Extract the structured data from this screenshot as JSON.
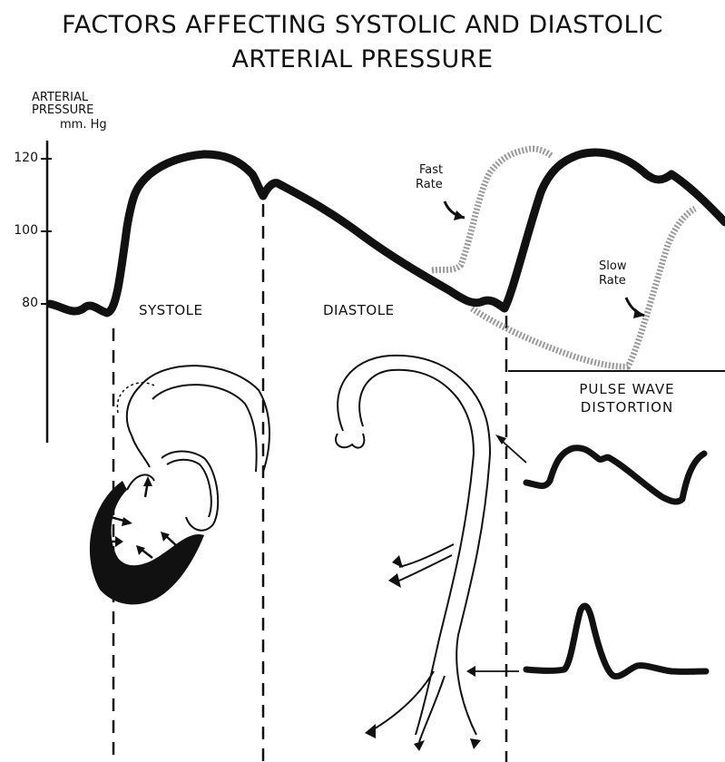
{
  "title": {
    "line1": "FACTORS AFFECTING SYSTOLIC AND DIASTOLIC",
    "line2": "ARTERIAL PRESSURE"
  },
  "y_axis": {
    "label_line1": "ARTERIAL",
    "label_line2": "PRESSURE",
    "label_line3": "mm. Hg",
    "ticks": [
      "120",
      "100",
      "80"
    ]
  },
  "phases": {
    "systole": "SYSTOLE",
    "diastole": "DIASTOLE"
  },
  "annotations": {
    "fast_line1": "Fast",
    "fast_line2": "Rate",
    "slow_line1": "Slow",
    "slow_line2": "Rate"
  },
  "pulse_wave": {
    "line1": "PULSE WAVE",
    "line2": "DISTORTION"
  },
  "colors": {
    "ink": "#111111",
    "rate_curve": "#9a9a9a",
    "background": "#ffffff"
  }
}
